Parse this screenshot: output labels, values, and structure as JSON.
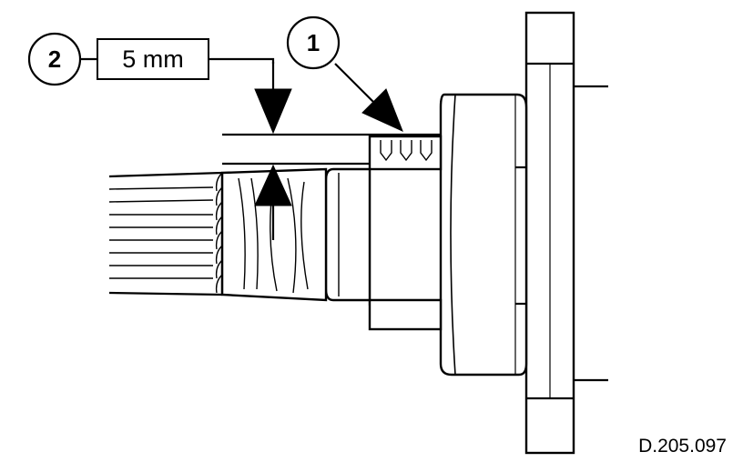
{
  "callouts": {
    "item_1": "1",
    "item_2": "2"
  },
  "dimension": {
    "label": "5 mm"
  },
  "reference_code": "D.205.097"
}
